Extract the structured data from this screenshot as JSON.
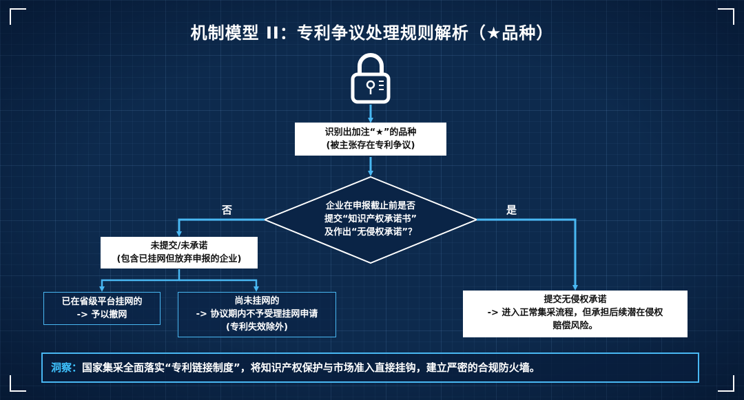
{
  "title": "机制模型 II：专利争议处理规则解析（★品种）",
  "icon": "lock-icon",
  "colors": {
    "accent": "#49b8f3",
    "background": "#0d2a4d"
  },
  "flow": {
    "start": {
      "line1": "识别出加注“★”的品种",
      "line2": "(被主张存在专利争议)"
    },
    "decision": {
      "line1": "企业在申报截止前是否",
      "line2": "提交“知识产权承诺书”",
      "line3": "及作出“无侵权承诺”？"
    },
    "branch_no_label": "否",
    "branch_yes_label": "是",
    "no_box": {
      "line1": "未提交/未承诺",
      "line2": "(包含已挂网但放弃申报的企业)"
    },
    "listed": {
      "line1": "已在省级平台挂网的",
      "line2": "-> 予以撤网"
    },
    "unlisted": {
      "line1": "尚未挂网的",
      "line2": "-> 协议期内不予受理挂网申请",
      "line3": "(专利失效除外)"
    },
    "yes_box": {
      "line1": "提交无侵权承诺",
      "line2": "-> 进入正常集采流程，但承担后续潜在侵权",
      "line3": "赔偿风险。"
    }
  },
  "insight": {
    "label": "洞察：",
    "text": "国家集采全面落实“专利链接制度”，将知识产权保护与市场准入直接挂钩，建立严密的合规防火墙。"
  }
}
